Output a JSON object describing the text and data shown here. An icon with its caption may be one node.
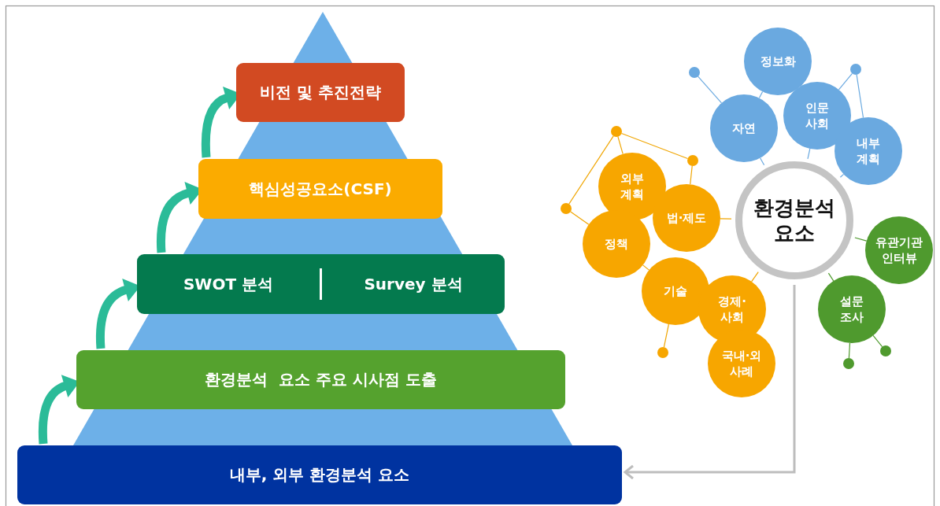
{
  "diagram": {
    "nodes": [
      {
        "text": [
          "비전 및 추진전략"
        ]
      },
      {
        "text": [
          "핵심성공요소(CSF)"
        ]
      },
      {
        "text": [
          "SWOT 분석",
          "Survey 분석"
        ]
      },
      {
        "text": [
          "환경분석  요소 주요 시사점 도출"
        ]
      },
      {
        "text": [
          "내부, 외부 환경분석 요소"
        ]
      },
      {
        "text": [
          "환경분석 요소"
        ]
      },
      {
        "text": [
          "정보화"
        ]
      },
      {
        "text": [
          "자연"
        ]
      },
      {
        "text": [
          "인문 사회"
        ]
      },
      {
        "text": [
          "내부 계획"
        ]
      },
      {
        "text": [],
        "shape": "circle"
      },
      {
        "text": [],
        "shape": "circle"
      },
      {
        "text": [
          "외부 계획"
        ]
      },
      {
        "text": [
          "법·제도"
        ]
      },
      {
        "text": [
          "정책"
        ]
      },
      {
        "text": [
          "기술"
        ]
      },
      {
        "text": [
          "경제· 사회"
        ]
      },
      {
        "text": [
          "국내·외 사례"
        ]
      },
      {
        "text": [],
        "shape": "circle"
      },
      {
        "text": [],
        "shape": "circle"
      },
      {
        "text": [],
        "shape": "circle"
      },
      {
        "text": [],
        "shape": "circle"
      },
      {
        "text": [
          "유관기관 인터뷰"
        ]
      },
      {
        "text": [
          "설문 조사"
        ]
      },
      {
        "text": [],
        "shape": "circle"
      },
      {
        "text": [],
        "shape": "circle"
      }
    ],
    "edges": [
      {
        "from": 5,
        "to": 4,
        "arrow": "to",
        "color": "#bdbdbd",
        "style": "thick"
      },
      {
        "from": 4,
        "to": 3,
        "arrow": "to",
        "color": "#2bbb98",
        "style": "thick"
      },
      {
        "from": 3,
        "to": 2,
        "arrow": "to",
        "color": "#2bbb98",
        "style": "thick"
      },
      {
        "from": 2,
        "to": 1,
        "arrow": "to",
        "color": "#2bbb98",
        "style": "thick"
      },
      {
        "from": 1,
        "to": 0,
        "arrow": "to",
        "color": "#2bbb98",
        "style": "thick"
      },
      {
        "from": 10,
        "to": 7,
        "arrow": "none",
        "color": "#6aa9e0"
      },
      {
        "from": 7,
        "to": 6,
        "arrow": "none",
        "color": "#6aa9e0"
      },
      {
        "from": 7,
        "to": 5,
        "arrow": "none",
        "color": "#6aa9e0"
      },
      {
        "from": 8,
        "to": 5,
        "arrow": "none",
        "color": "#6aa9e0"
      },
      {
        "from": 8,
        "to": 11,
        "arrow": "none",
        "color": "#6aa9e0"
      },
      {
        "from": 11,
        "to": 9,
        "arrow": "none",
        "color": "#6aa9e0"
      },
      {
        "from": 9,
        "to": 5,
        "arrow": "none",
        "color": "#6aa9e0"
      },
      {
        "from": 19,
        "to": 21,
        "arrow": "none",
        "color": "#f0a500"
      },
      {
        "from": 19,
        "to": 12,
        "arrow": "none",
        "color": "#f0a500"
      },
      {
        "from": 19,
        "to": 18,
        "arrow": "none",
        "color": "#f0a500"
      },
      {
        "from": 21,
        "to": 13,
        "arrow": "none",
        "color": "#f0a500"
      },
      {
        "from": 18,
        "to": 14,
        "arrow": "none",
        "color": "#f0a500"
      },
      {
        "from": 13,
        "to": 5,
        "arrow": "none",
        "color": "#f0a500"
      },
      {
        "from": 14,
        "to": 15,
        "arrow": "none",
        "color": "#f0a500"
      },
      {
        "from": 15,
        "to": 20,
        "arrow": "none",
        "color": "#f0a500"
      },
      {
        "from": 16,
        "to": 5,
        "arrow": "none",
        "color": "#f0a500"
      },
      {
        "from": 5,
        "to": 22,
        "arrow": "none",
        "color": "#4f9a2e"
      },
      {
        "from": 5,
        "to": 23,
        "arrow": "none",
        "color": "#4f9a2e"
      },
      {
        "from": 23,
        "to": 24,
        "arrow": "none",
        "color": "#4f9a2e"
      },
      {
        "from": 23,
        "to": 25,
        "arrow": "none",
        "color": "#4f9a2e"
      }
    ]
  }
}
